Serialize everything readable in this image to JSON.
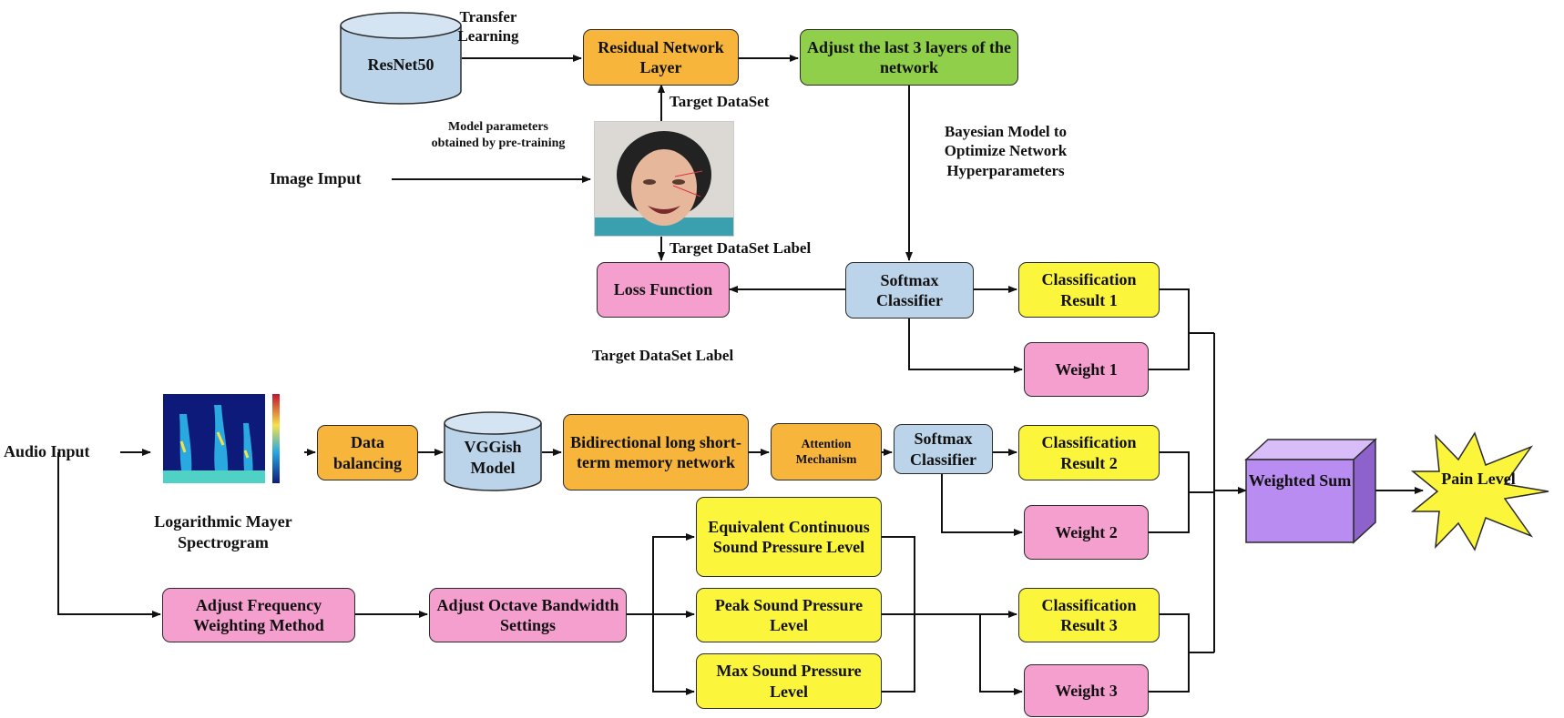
{
  "diagram": {
    "boxes": {
      "residual": "Residual Network Layer",
      "adjust_layers": "Adjust the last 3 layers of the network",
      "loss": "Loss Function",
      "softmax1": "Softmax Classifier",
      "class1": "Classification Result 1",
      "weight1": "Weight 1",
      "data_balancing": "Data balancing",
      "bilstm": "Bidirectional long short-term memory network",
      "attention": "Attention Mechanism",
      "softmax2": "Softmax Classifier",
      "class2": "Classification Result 2",
      "weight2": "Weight 2",
      "equiv": "Equivalent Continuous Sound Pressure Level",
      "peak": "Peak Sound Pressure Level",
      "max": "Max Sound Pressure Level",
      "class3": "Classification Result 3",
      "weight3": "Weight 3",
      "adj_freq": "Adjust Frequency Weighting Method",
      "adj_oct": "Adjust Octave Bandwidth Settings",
      "weighted_sum": "Weighted Sum",
      "pain_level": "Pain Level"
    },
    "cylinders": {
      "resnet": "ResNet50",
      "vggish": "VGGish Model"
    },
    "labels": {
      "transfer": "Transfer Learning",
      "target_dataset": "Target DataSet",
      "model_params": "Model parameters obtained by pre-training",
      "image_input": "Image Imput",
      "target_label_top": "Target DataSet Label",
      "target_label_mid": "Target DataSet Label",
      "bayesian": "Bayesian Model to Optimize Network Hyperparameters",
      "audio_input": "Audio Input",
      "spectrogram": "Logarithmic Mayer Spectrogram"
    }
  },
  "colors": {
    "orange": "#f7b53c",
    "green": "#8fcf4a",
    "blue": "#bcd4ea",
    "pink": "#f59fcf",
    "yellow": "#fbf53c",
    "purple": "#b88cf0",
    "star": "#fbf53c"
  }
}
